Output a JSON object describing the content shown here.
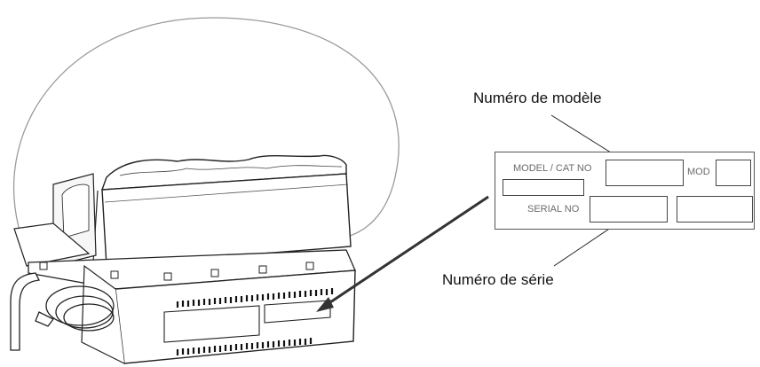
{
  "callouts": {
    "model_number": "Numéro de modèle",
    "serial_number": "Numéro de série"
  },
  "label_plate": {
    "model_cat_no": "MODEL / CAT NO",
    "mod": "MOD",
    "serial_no": "SERIAL NO"
  },
  "colors": {
    "line": "#111111",
    "plate_text": "#6b6b6b",
    "outline": "#222222"
  },
  "icons": [
    "appliance-illustration",
    "pointer-arrow"
  ]
}
